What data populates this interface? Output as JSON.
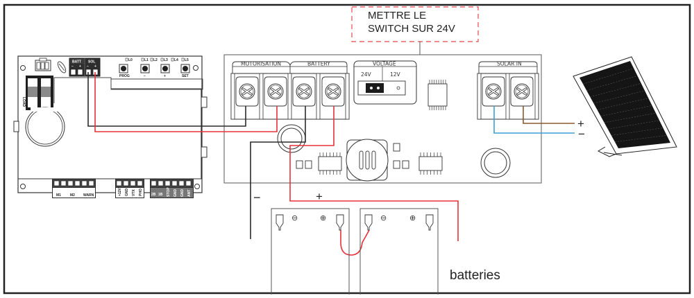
{
  "note": {
    "line1": "METTRE LE",
    "line2": "SWITCH SUR 24V",
    "border_color": "#e8474c"
  },
  "charge_controller": {
    "terminal_groups": {
      "motorisation": "MOTORISATION",
      "battery": "BATTERY",
      "solar_in": "SOLAR IN"
    },
    "voltage": {
      "title": "VOLTAGE",
      "option_24v": "24V",
      "option_12v": "12V",
      "selected": "24V"
    }
  },
  "control_board": {
    "top_connector": {
      "batt_label": "BATT",
      "sol_label": "SOL",
      "minus": "−",
      "plus": "+"
    },
    "leds": [
      "L0",
      "L1",
      "L2",
      "L3",
      "L4",
      "L5"
    ],
    "buttons": [
      "PROG",
      "−",
      "+",
      "SET"
    ],
    "bottom_terminals_motor": [
      "M1",
      "M2",
      "WARN"
    ],
    "bottom_terminals_aux": [
      "+12V",
      "GND",
      "VTX",
      "PHO"
    ],
    "bottom_terminals_ctrl": [
      "2B",
      "1B",
      "STOP",
      "GND",
      "GND",
      "ANT"
    ],
    "side_label": "LOAD"
  },
  "solar_panel": {
    "plus": "+",
    "minus": "−"
  },
  "battery_bank": {
    "minus_label": "−",
    "plus_label": "+",
    "terminal_minus": "⊖",
    "terminal_plus": "⊕",
    "caption": "batteries"
  },
  "wire_colors": {
    "positive": "#e8303a",
    "negative": "#2a2a2a",
    "solar_plus": "#8a5a2b",
    "solar_minus": "#3aa0d8"
  }
}
